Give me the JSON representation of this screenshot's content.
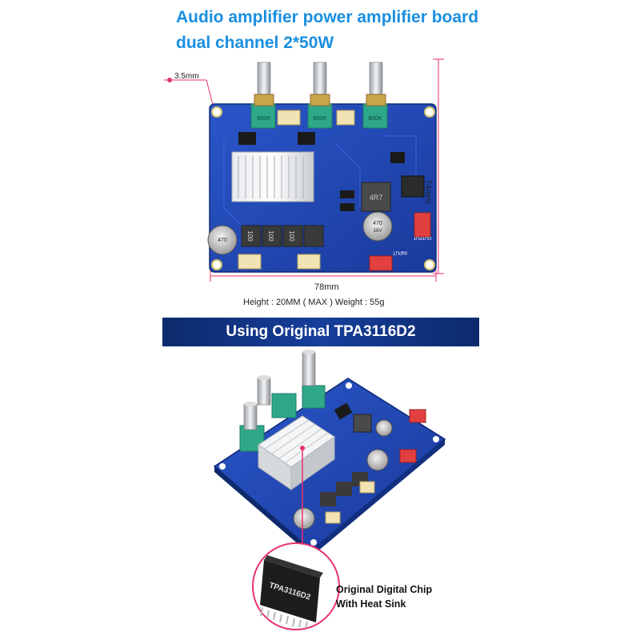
{
  "header": {
    "title_line1": "Audio amplifier power amplifier board",
    "title_line2": "dual channel 2*50W"
  },
  "dimensions": {
    "hole": "3.5mm",
    "width": "78mm",
    "height": "74mm",
    "specs": "Height : 20MM ( MAX ) Weight : 55g"
  },
  "board_labels": {
    "pot": "B50K",
    "cap_large": "470",
    "cap_volt": "16V",
    "inductor": "4R7",
    "smd": "100",
    "input": "INPUT",
    "output": "OUTPUT"
  },
  "banner": {
    "text": "Using Original TPA3116D2"
  },
  "chip": {
    "marking": "TPA3116D2",
    "caption_line1": "Original Digital Chip",
    "caption_line2": "With Heat Sink"
  },
  "colors": {
    "title": "#1a8fe0",
    "pcb": "#1e45b8",
    "banner": "#163e9b",
    "dim_line": "#e8326e"
  }
}
